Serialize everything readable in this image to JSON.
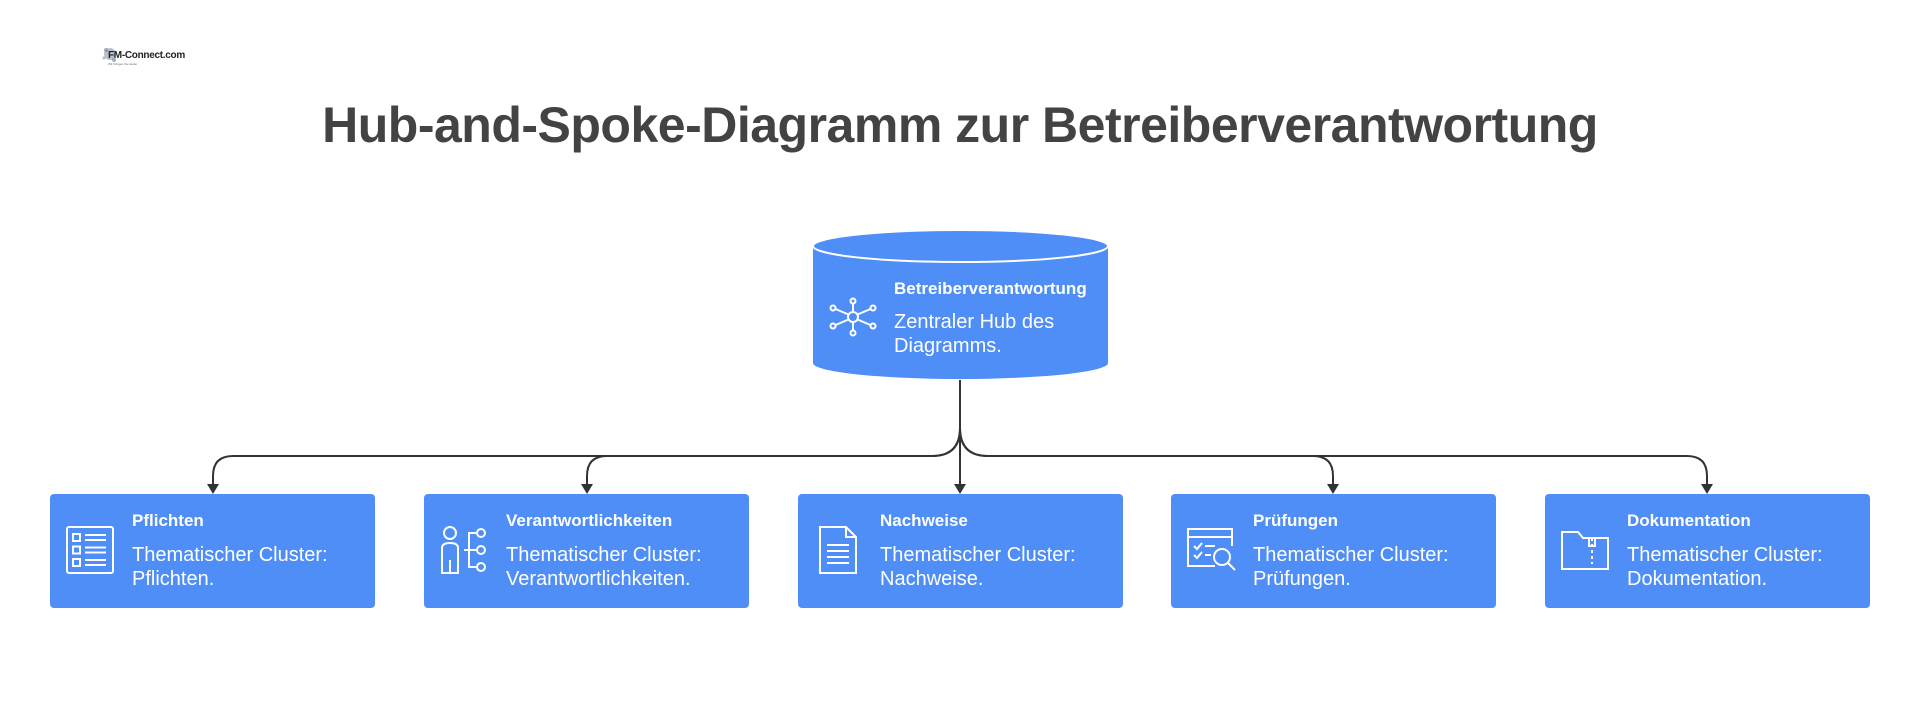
{
  "logo": {
    "text": "FM-Connect.com",
    "tagline": "Wir bringen Sie weiter"
  },
  "title": "Hub-and-Spoke-Diagramm zur Betreiberverantwortung",
  "hub": {
    "title": "Betreiberverantwortung",
    "description": "Zentraler Hub des Diagramms.",
    "icon": "hub-network-icon"
  },
  "spokes": [
    {
      "title": "Pflichten",
      "description": "Thematischer Cluster: Pflichten.",
      "icon": "checklist-icon"
    },
    {
      "title": "Verantwortlichkeiten",
      "description": "Thematischer Cluster: Verantwortlichkeiten.",
      "icon": "person-hierarchy-icon"
    },
    {
      "title": "Nachweise",
      "description": "Thematischer Cluster: Nachweise.",
      "icon": "document-icon"
    },
    {
      "title": "Prüfungen",
      "description": "Thematischer Cluster: Prüfungen.",
      "icon": "inspection-search-icon"
    },
    {
      "title": "Dokumentation",
      "description": "Thematischer Cluster: Dokumentation.",
      "icon": "folder-icon"
    }
  ],
  "colors": {
    "box": "#4f8ef7",
    "title_text": "#434343",
    "connector": "#333333"
  }
}
